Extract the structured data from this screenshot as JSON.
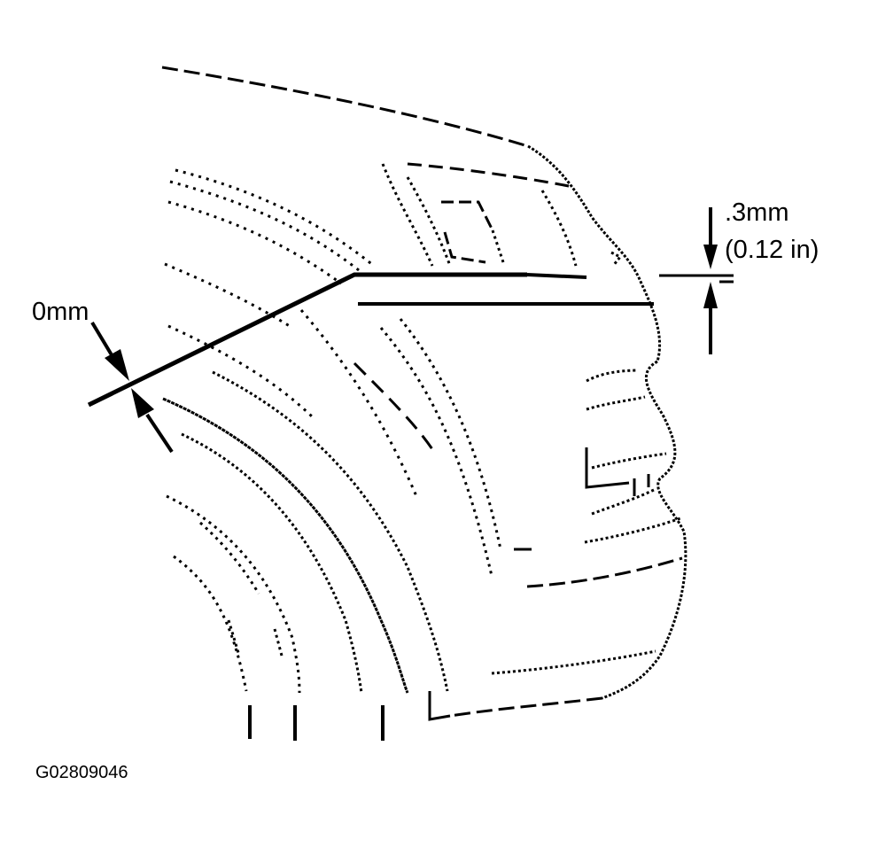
{
  "labels": {
    "left_clearance": "0mm",
    "right_clearance_mm": ".3mm",
    "right_clearance_in": "(0.12 in)",
    "figure_code": "G02809046"
  },
  "colors": {
    "ink": "#000000",
    "background": "#ffffff"
  }
}
